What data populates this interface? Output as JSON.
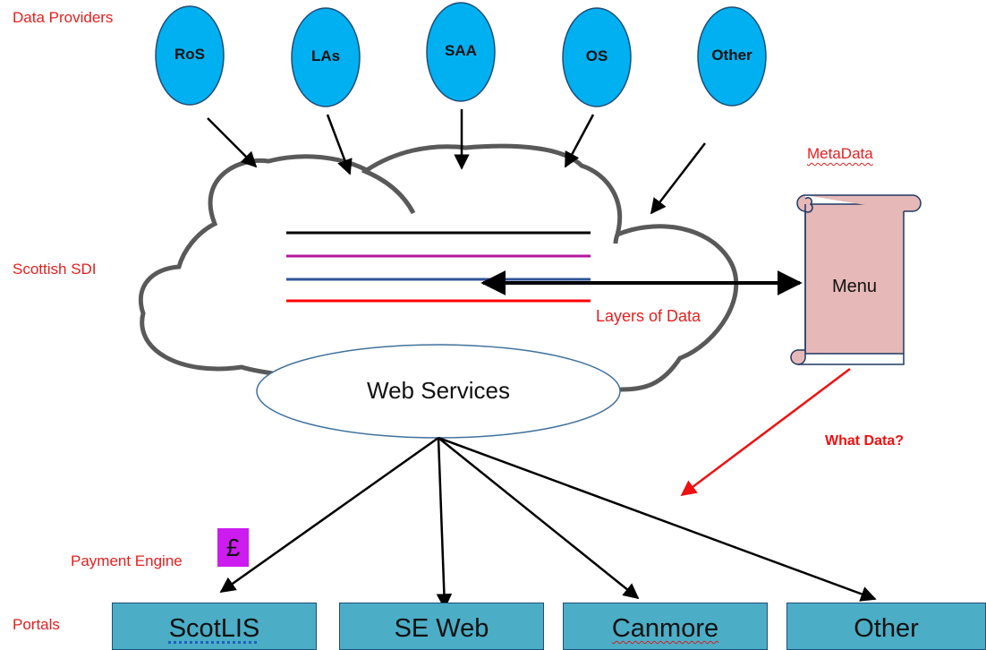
{
  "labels": {
    "data_providers": "Data Providers",
    "scottish_sdi": "Scottish SDI",
    "metadata": "MetaData",
    "layers_of_data": "Layers of Data",
    "what_data": "What Data?",
    "payment_engine": "Payment Engine",
    "portals": "Portals"
  },
  "providers": [
    "RoS",
    "LAs",
    "SAA",
    "OS",
    "Other"
  ],
  "web_services": "Web Services",
  "menu": "Menu",
  "pound_symbol": "£",
  "portals": [
    "ScotLIS",
    "SE Web",
    "Canmore",
    "Other"
  ],
  "colors": {
    "label_red": "#e81e1e",
    "provider_fill": "#00b0f0",
    "portal_fill": "#4badc6",
    "scroll_fill": "#e6b8b7",
    "pound_fill": "#cc1cf0",
    "layer_colors": [
      "#000000",
      "#b4169c",
      "#2f5597",
      "#ff0000"
    ]
  }
}
